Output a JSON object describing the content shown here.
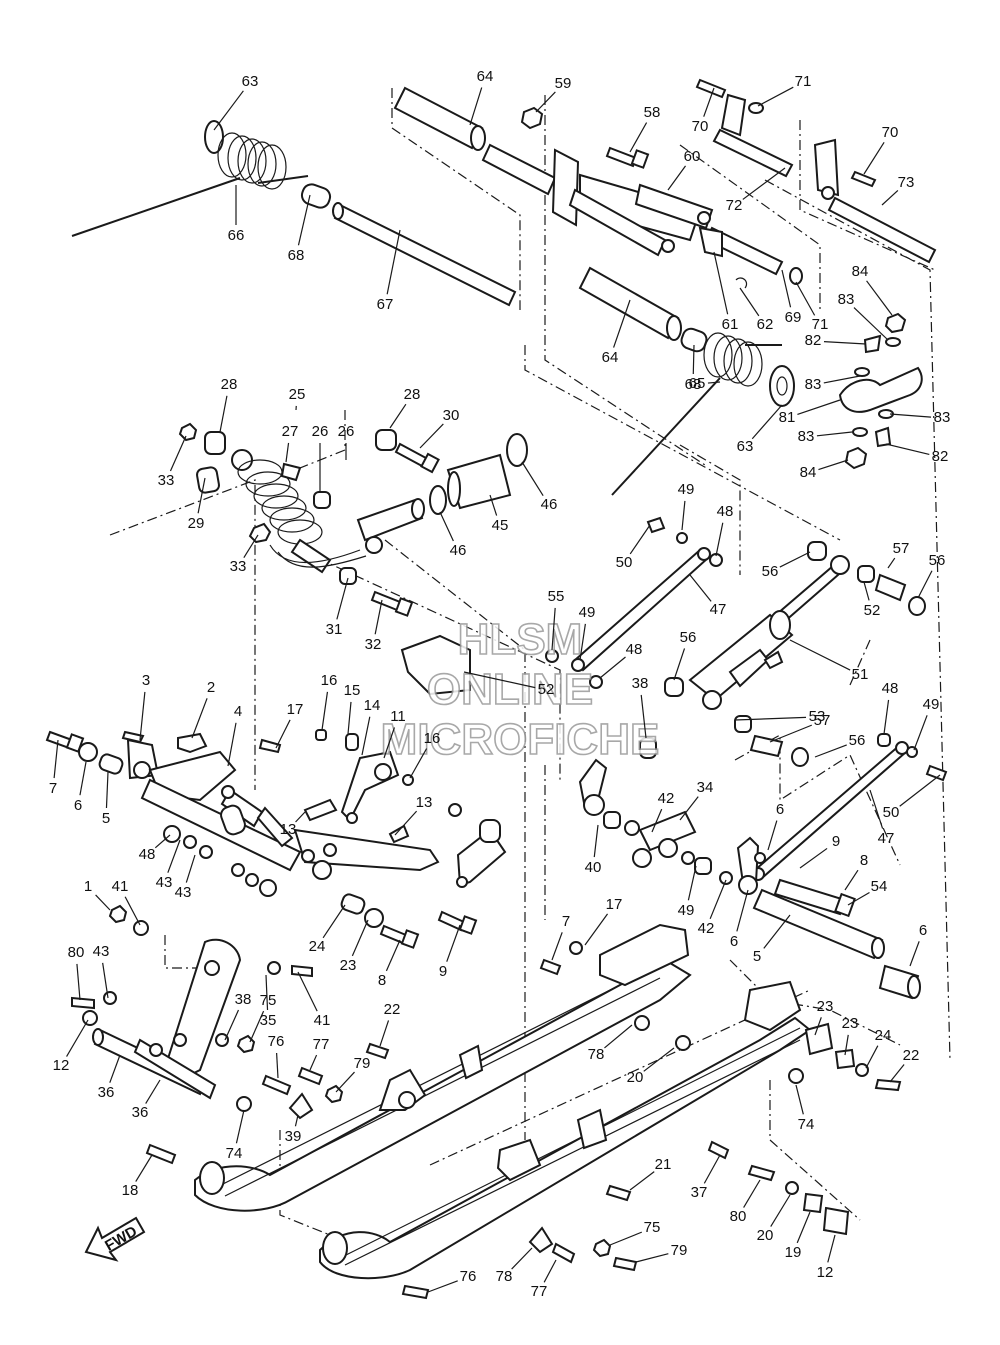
{
  "watermark": {
    "line1": "HLSM",
    "line2": "ONLINE",
    "line3": "MICROFICHE"
  },
  "direction_arrow": {
    "label": "FWD"
  },
  "callouts": [
    "63",
    "64",
    "59",
    "71",
    "70",
    "58",
    "60",
    "72",
    "70",
    "73",
    "66",
    "68",
    "67",
    "84",
    "83",
    "82",
    "61",
    "62",
    "69",
    "71",
    "64",
    "68",
    "65",
    "83",
    "81",
    "83",
    "63",
    "83",
    "84",
    "82",
    "28",
    "25",
    "27",
    "26",
    "26",
    "28",
    "30",
    "33",
    "29",
    "46",
    "46",
    "45",
    "33",
    "49",
    "50",
    "48",
    "31",
    "32",
    "47",
    "56",
    "57",
    "56",
    "52",
    "55",
    "49",
    "48",
    "56",
    "51",
    "53",
    "52",
    "38",
    "3",
    "2",
    "4",
    "17",
    "16",
    "15",
    "14",
    "11",
    "16",
    "48",
    "49",
    "7",
    "6",
    "5",
    "13",
    "13",
    "42",
    "34",
    "57",
    "56",
    "50",
    "47",
    "6",
    "9",
    "8",
    "1",
    "41",
    "43",
    "43",
    "48",
    "49",
    "54",
    "24",
    "23",
    "8",
    "9",
    "6",
    "42",
    "40",
    "5",
    "6",
    "7",
    "17",
    "41",
    "43",
    "35",
    "38",
    "75",
    "80",
    "22",
    "23",
    "23",
    "24",
    "22",
    "12",
    "76",
    "77",
    "79",
    "78",
    "20",
    "36",
    "36",
    "39",
    "74",
    "74",
    "18",
    "21",
    "37",
    "80",
    "20",
    "19",
    "12",
    "75",
    "78",
    "79",
    "77",
    "76",
    "39",
    "37",
    "36",
    "36",
    "19"
  ]
}
